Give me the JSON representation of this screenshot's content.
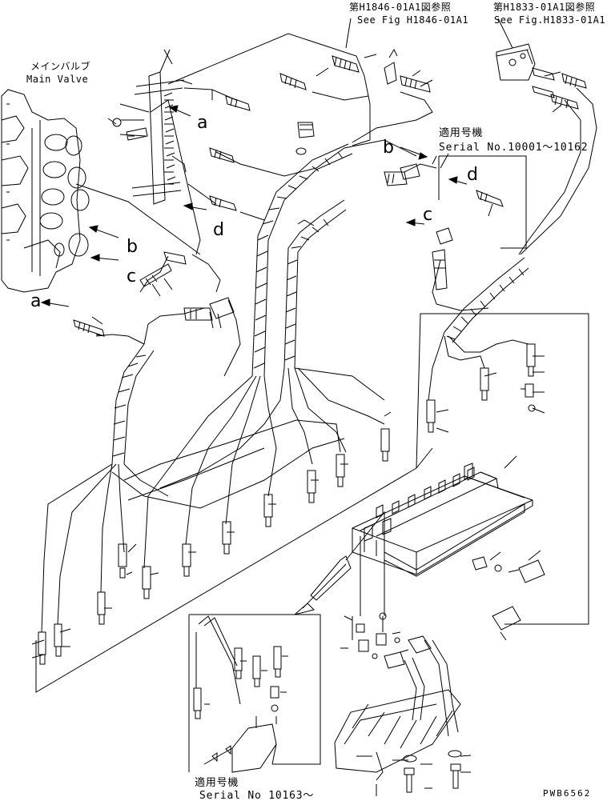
{
  "references": {
    "ref_h1846_ja": "第H1846-01A1図参照",
    "ref_h1846_en": "See Fig H1846-01A1",
    "ref_h1833_ja": "第H1833-01A1図参照",
    "ref_h1833_en": "See Fig.H1833-01A1"
  },
  "main_valve": {
    "ja": "メインバルブ",
    "en": "Main Valve"
  },
  "serial_upper": {
    "ja": "適用号機",
    "en": "Serial No.10001～10162"
  },
  "serial_lower": {
    "ja": "適用号機",
    "en": "Serial No 10163～"
  },
  "callouts": {
    "a": "a",
    "b": "b",
    "c": "c",
    "d": "d"
  },
  "drawing_code": "PWB6562",
  "colors": {
    "line": "#000000",
    "background": "#ffffff"
  }
}
